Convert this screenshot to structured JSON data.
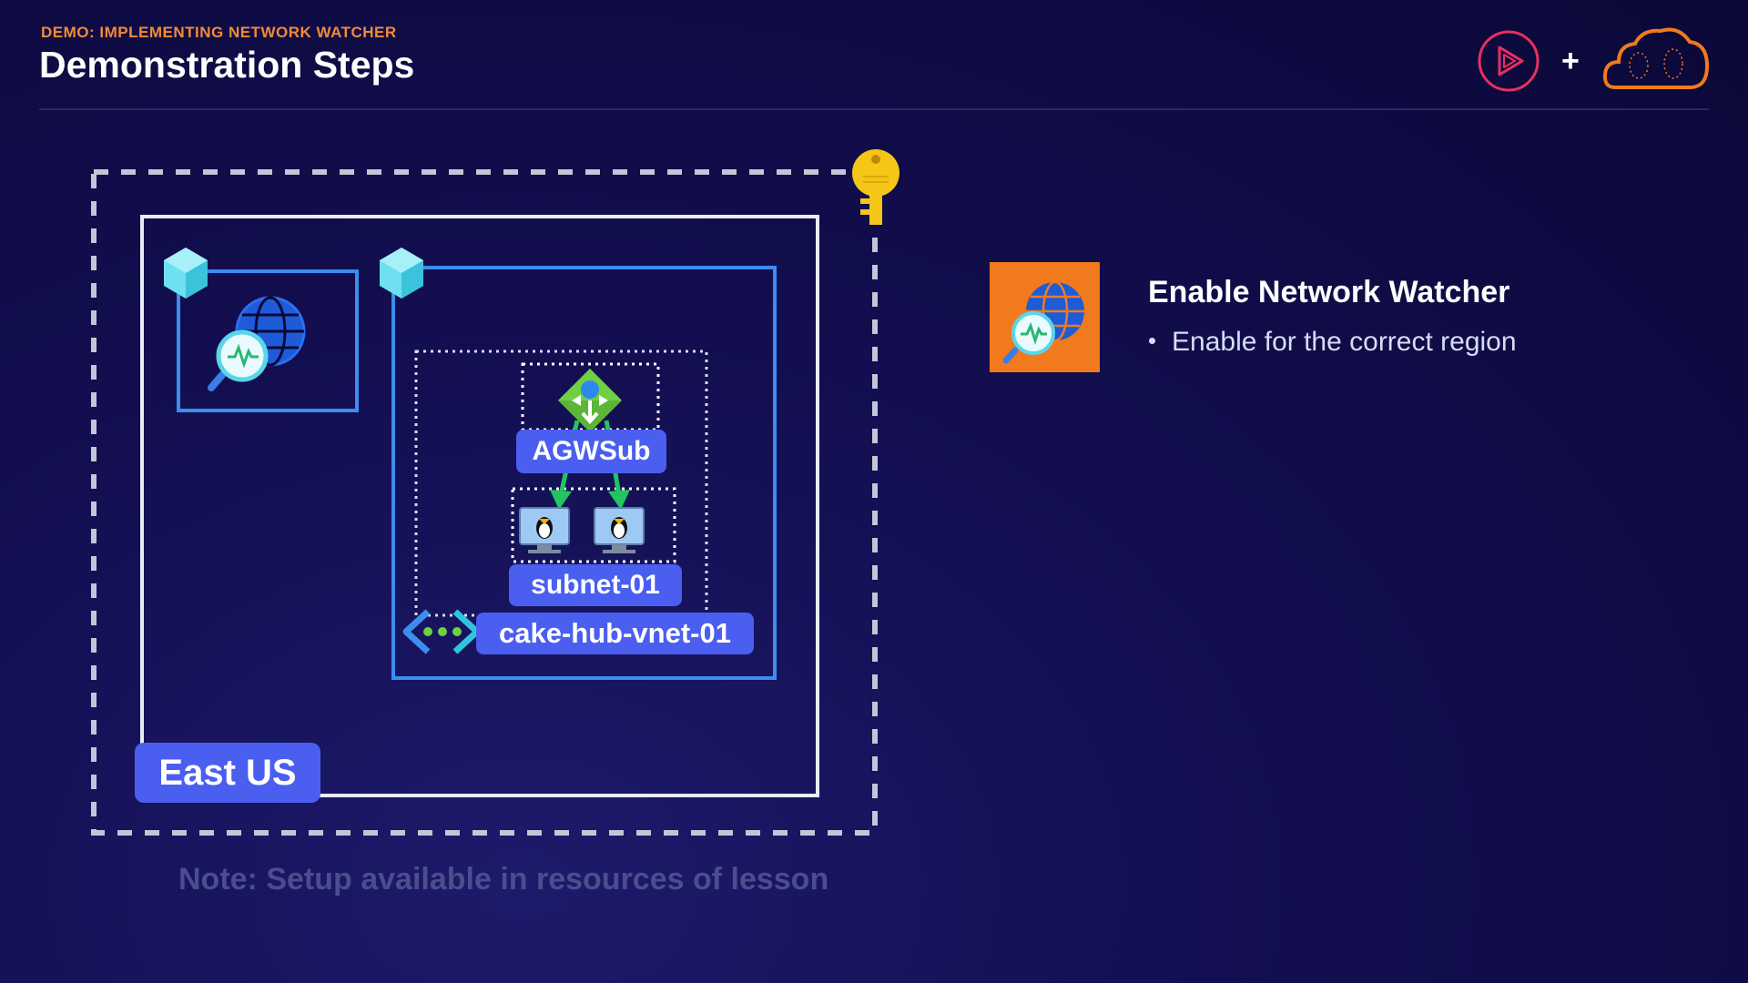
{
  "header": {
    "subtitle": "DEMO: IMPLEMENTING NETWORK WATCHER",
    "title": "Demonstration Steps"
  },
  "logos": {
    "left": "pluralsight-logo-icon",
    "plus": "+",
    "right": "cloud-logo-icon"
  },
  "diagram": {
    "region_label": "East US",
    "vnet_label": "cake-hub-vnet-01",
    "subnet_label": "subnet-01",
    "agw_subnet_label": "AGWSub",
    "icons": [
      "key-icon",
      "network-watcher-icon",
      "cube-icon",
      "app-gateway-icon",
      "linux-vm-icon",
      "vnet-peering-icon"
    ]
  },
  "info": {
    "title": "Enable Network Watcher",
    "bullets": [
      "Enable for the correct region"
    ]
  },
  "note": "Note: Setup available in resources of lesson",
  "colors": {
    "background": "#130f52",
    "accent_orange": "#f07a1d",
    "pill_blue": "#4a5ff0",
    "box_blue": "#3d8df0",
    "arrow_green": "#22c55e"
  }
}
